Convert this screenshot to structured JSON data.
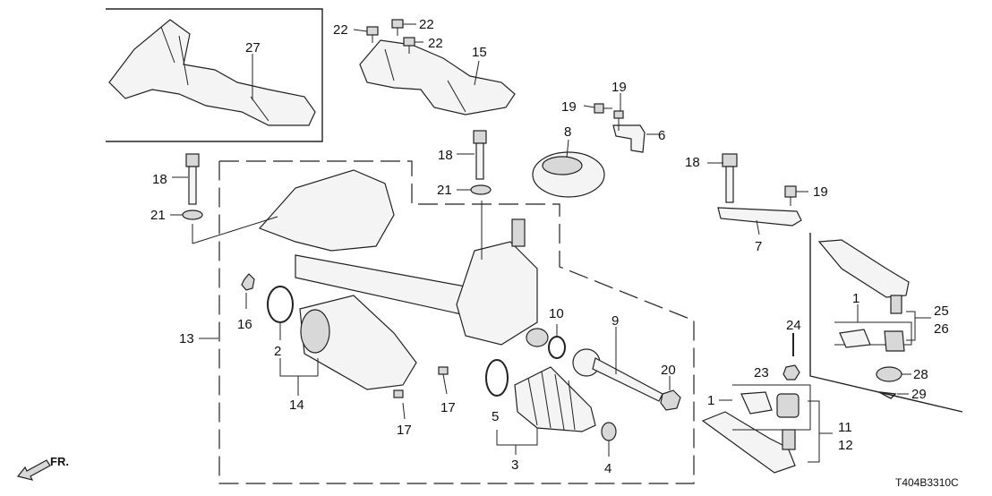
{
  "diagram": {
    "code": "T404B3310C",
    "direction_label": "FR.",
    "callouts": {
      "c1a": "1",
      "c1b": "1",
      "c2": "2",
      "c3": "3",
      "c4": "4",
      "c5": "5",
      "c6": "6",
      "c7": "7",
      "c8": "8",
      "c9": "9",
      "c10": "10",
      "c11": "11",
      "c12": "12",
      "c13": "13",
      "c14": "14",
      "c15": "15",
      "c16": "16",
      "c17a": "17",
      "c17b": "17",
      "c18a": "18",
      "c18b": "18",
      "c18c": "18",
      "c19a": "19",
      "c19b": "19",
      "c19c": "19",
      "c20": "20",
      "c21a": "21",
      "c21b": "21",
      "c22a": "22",
      "c22b": "22",
      "c22c": "22",
      "c23": "23",
      "c24": "24",
      "c25": "25",
      "c26": "26",
      "c27": "27",
      "c28": "28",
      "c29": "29"
    }
  }
}
